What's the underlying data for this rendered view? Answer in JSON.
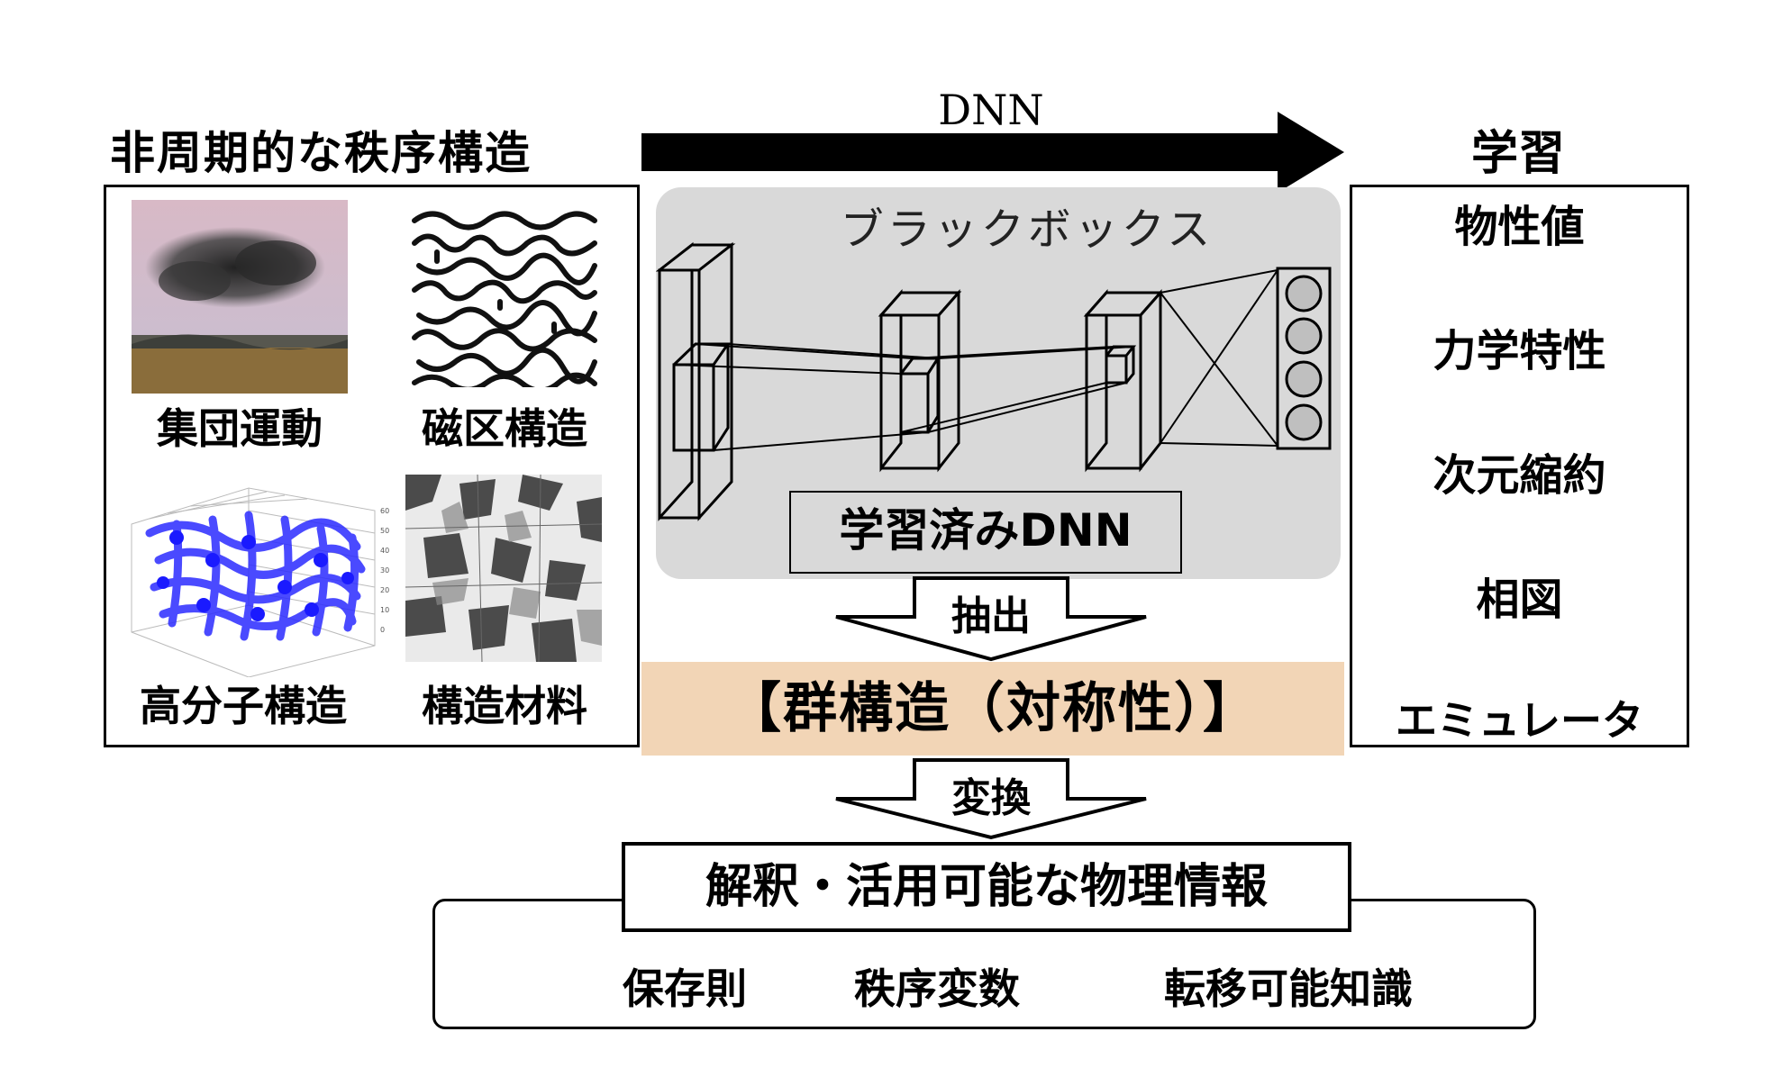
{
  "header": {
    "left_title": "非周期的な秩序構造",
    "arrow_label": "DNN",
    "right_title": "学習"
  },
  "examples": [
    {
      "label": "集団運動",
      "icon": "flock-photo"
    },
    {
      "label": "磁区構造",
      "icon": "magnetic-domain-pattern"
    },
    {
      "label": "高分子構造",
      "icon": "polymer-3d-plot"
    },
    {
      "label": "構造材料",
      "icon": "microstructure-image"
    }
  ],
  "blackbox": {
    "title": "ブラックボックス",
    "trained_label": "学習済みDNN"
  },
  "extract_label": "抽出",
  "group_structure": "【群構造（対称性）】",
  "transform_label": "変換",
  "results": {
    "title": "解釈・活用可能な物理情報",
    "items": [
      "保存則",
      "秩序変数",
      "転移可能知識"
    ]
  },
  "learning_targets": [
    "物性値",
    "力学特性",
    "次元縮約",
    "相図",
    "エミュレータ"
  ],
  "colors": {
    "blackbox_bg": "#d9d9d9",
    "group_bg": "#f2d5b6",
    "polymer": "#2b2bff"
  }
}
